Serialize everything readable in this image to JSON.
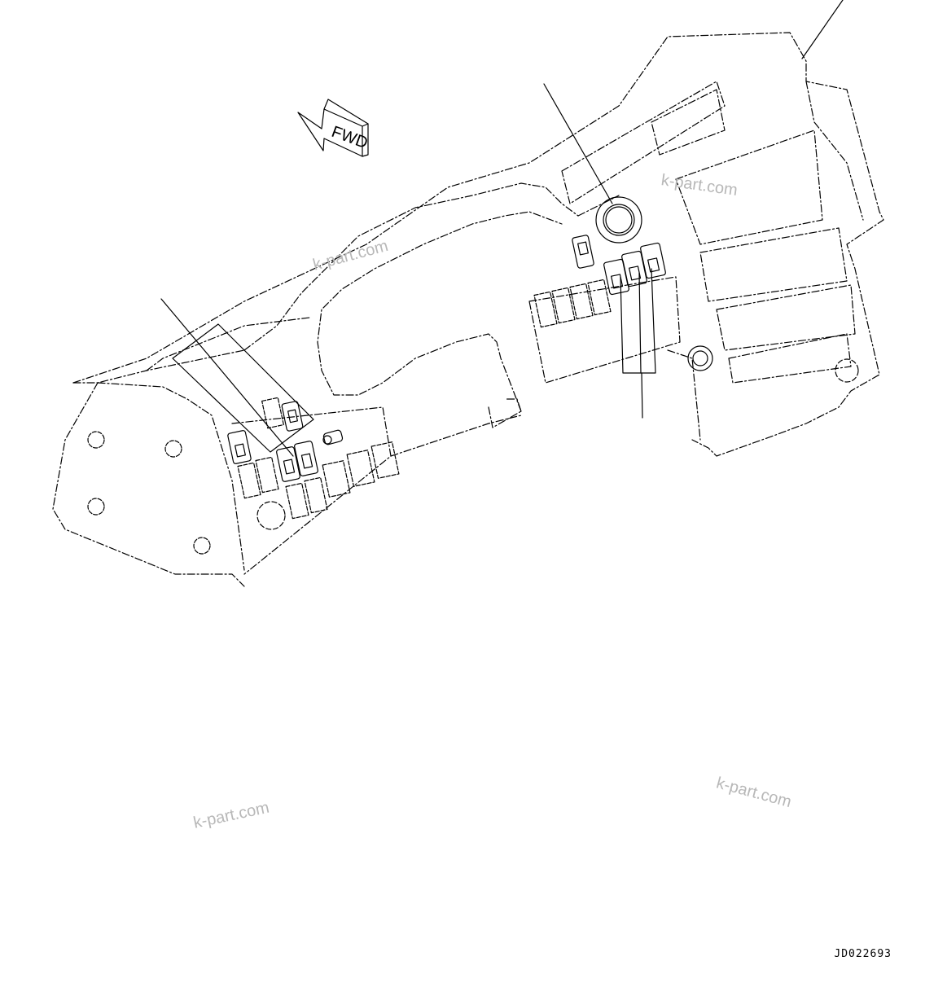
{
  "drawing": {
    "fwd_label": "FWD",
    "drawing_code": "JD022693",
    "watermark": "k-part.com"
  }
}
